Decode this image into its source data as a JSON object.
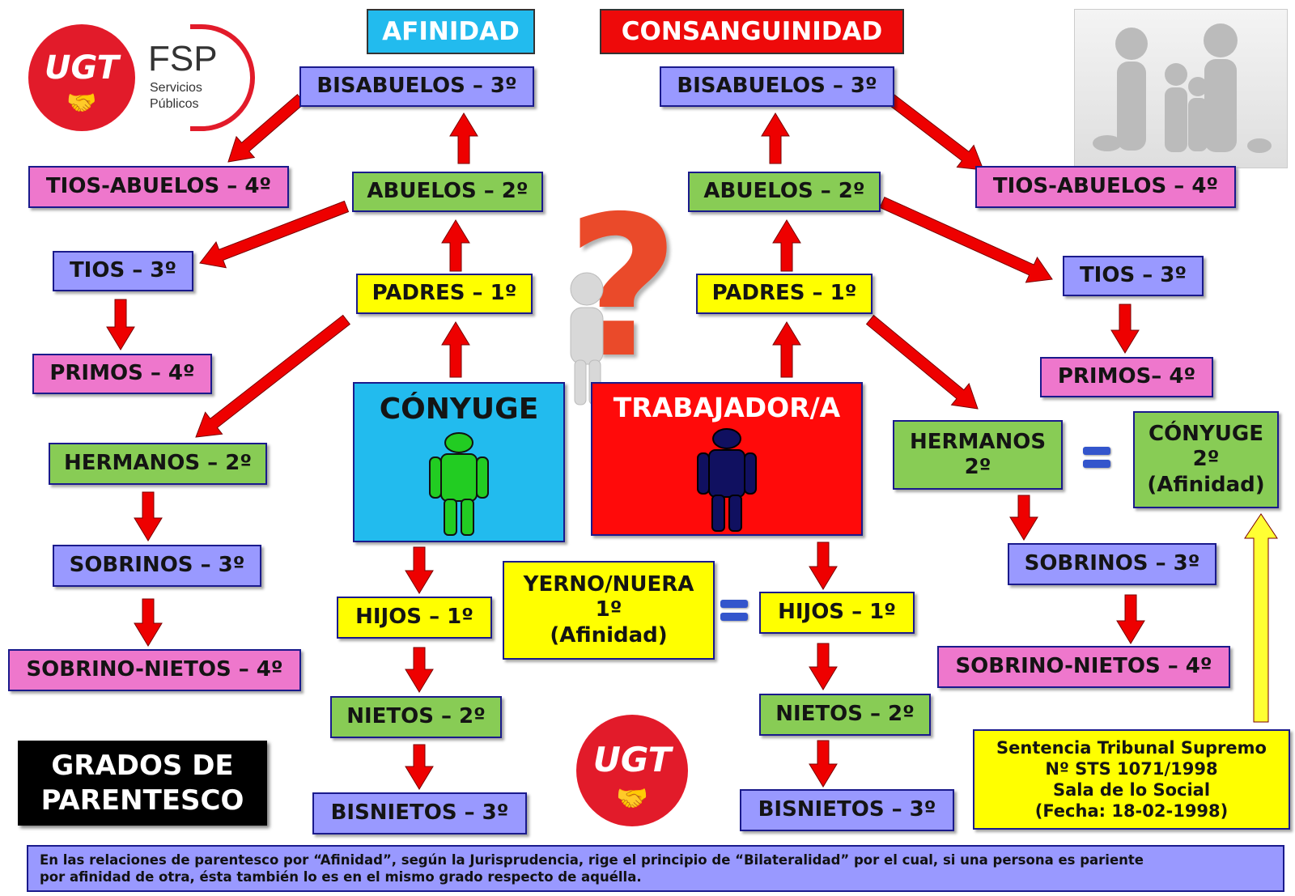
{
  "headers": {
    "afinidad": "AFINIDAD",
    "consanguinidad": "CONSANGUINIDAD"
  },
  "logo": {
    "ugt": "UGT",
    "fsp": "FSP",
    "fsp_sub1": "Servicios",
    "fsp_sub2": "Públicos"
  },
  "center": {
    "conyuge": "CÓNYUGE",
    "trabajador": "TRABAJADOR/A"
  },
  "left": {
    "bisabuelos": "BISABUELOS – 3º",
    "tios_abuelos": "TIOS-ABUELOS – 4º",
    "abuelos": "ABUELOS – 2º",
    "tios": "TIOS – 3º",
    "padres": "PADRES – 1º",
    "primos": "PRIMOS – 4º",
    "hermanos": "HERMANOS – 2º",
    "sobrinos": "SOBRINOS – 3º",
    "sobrino_nietos": "SOBRINO-NIETOS – 4º",
    "hijos": "HIJOS – 1º",
    "nietos": "NIETOS – 2º",
    "bisnietos": "BISNIETOS – 3º"
  },
  "right": {
    "bisabuelos": "BISABUELOS – 3º",
    "tios_abuelos": "TIOS-ABUELOS – 4º",
    "abuelos": "ABUELOS – 2º",
    "tios": "TIOS – 3º",
    "padres": "PADRES – 1º",
    "primos": "PRIMOS– 4º",
    "hermanos_l1": "HERMANOS",
    "hermanos_l2": "2º",
    "conyuge_l1": "CÓNYUGE",
    "conyuge_l2": "2º",
    "conyuge_l3": "(Afinidad)",
    "sobrinos": "SOBRINOS – 3º",
    "sobrino_nietos": "SOBRINO-NIETOS – 4º",
    "hijos": "HIJOS – 1º",
    "nietos": "NIETOS – 2º",
    "bisnietos": "BISNIETOS – 3º"
  },
  "yerno": {
    "l1": "YERNO/NUERA",
    "l2": "1º",
    "l3": "(Afinidad)"
  },
  "title": {
    "l1": "GRADOS DE",
    "l2": "PARENTESCO"
  },
  "sentencia": {
    "l1": "Sentencia Tribunal Supremo",
    "l2": "Nº STS 1071/1998",
    "l3": "Sala de lo Social",
    "l4": "(Fecha: 18-02-1998)"
  },
  "footer": {
    "line1": "En las relaciones de parentesco por “Afinidad”, según la Jurisprudencia, rige el principio de “Bilateralidad” por el cual, si una persona es pariente",
    "line2": "por afinidad de otra, ésta también lo es en el mismo grado respecto de aquélla."
  },
  "colors": {
    "arrow": "#ee0000",
    "up_arrow": "#ffff33",
    "conyuge_bg": "#22bbee",
    "trabajador_bg": "#ff0a0a"
  }
}
